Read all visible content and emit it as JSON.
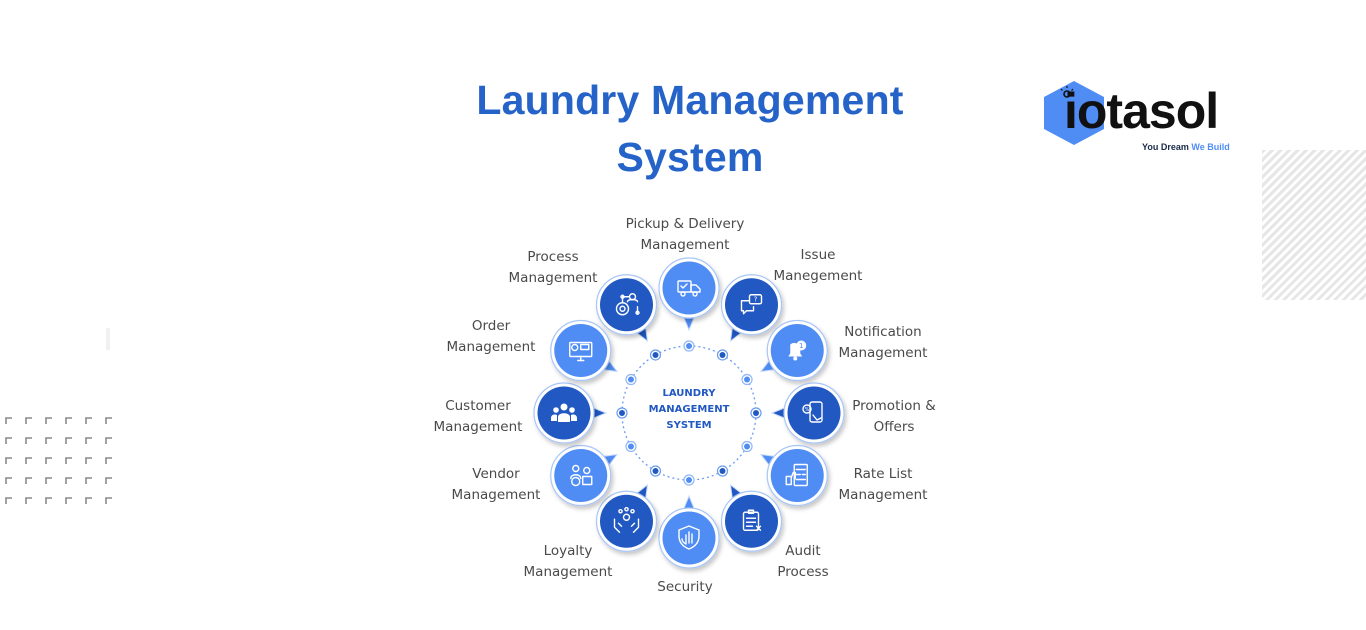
{
  "header": {
    "title_line1": "Laundry Management",
    "title_line2": "System"
  },
  "logo": {
    "name": "iotasol",
    "tagline_part1": "You Dream ",
    "tagline_part2": "We Build",
    "colors": {
      "hex": "#4f8df5",
      "text": "#111111",
      "accent": "#4f8df5"
    }
  },
  "diagram": {
    "center": {
      "line1": "LAUNDRY",
      "line2": "MANAGEMENT",
      "line3": "SYSTEM"
    },
    "colors": {
      "dark_node": "#2158c2",
      "light_node": "#4f8df5",
      "ring": "#3b78e7",
      "label": "#4a4a4a"
    },
    "modules": [
      {
        "id": "pickup",
        "line1": "Pickup & Delivery",
        "line2": "Management",
        "icon": "delivery-truck-icon",
        "tone": "light"
      },
      {
        "id": "issue",
        "line1": "Issue",
        "line2": "Manegement",
        "icon": "question-chat-icon",
        "tone": "dark"
      },
      {
        "id": "notification",
        "line1": "Notification",
        "line2": "Management",
        "icon": "bell-badge-icon",
        "tone": "light"
      },
      {
        "id": "promotion",
        "line1": "Promotion &",
        "line2": "Offers",
        "icon": "mobile-discount-icon",
        "tone": "dark"
      },
      {
        "id": "ratelist",
        "line1": "Rate List",
        "line2": "Management",
        "icon": "rating-list-icon",
        "tone": "light"
      },
      {
        "id": "audit",
        "line1": "Audit",
        "line2": "Process",
        "icon": "clipboard-audit-icon",
        "tone": "dark"
      },
      {
        "id": "security",
        "line1": "Security",
        "line2": "",
        "icon": "shield-hand-icon",
        "tone": "light"
      },
      {
        "id": "loyalty",
        "line1": "Loyalty",
        "line2": "Management",
        "icon": "hands-people-icon",
        "tone": "dark"
      },
      {
        "id": "vendor",
        "line1": "Vendor",
        "line2": "Management",
        "icon": "vendor-people-icon",
        "tone": "light"
      },
      {
        "id": "customer",
        "line1": "Customer",
        "line2": "Management",
        "icon": "customer-group-icon",
        "tone": "dark"
      },
      {
        "id": "order",
        "line1": "Order",
        "line2": "Management",
        "icon": "order-monitor-icon",
        "tone": "light"
      },
      {
        "id": "process",
        "line1": "Process",
        "line2": "Management",
        "icon": "gear-process-icon",
        "tone": "dark"
      }
    ]
  }
}
